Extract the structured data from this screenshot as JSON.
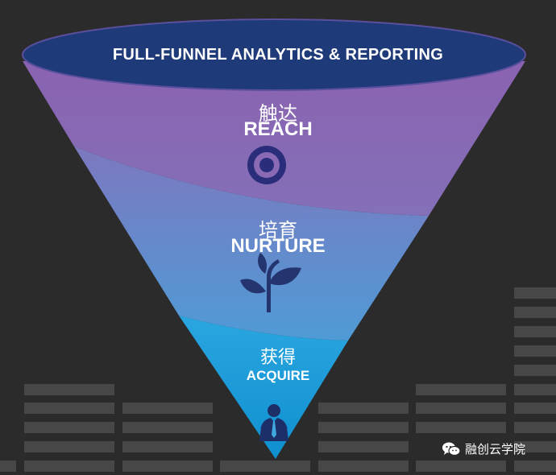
{
  "colors": {
    "background": "#2b2b2b",
    "decor_bars": "#474747",
    "top_ellipse": "#1e3a78",
    "reach_stage": "#8a6ab4",
    "nurture_stage": "#6f8ccc",
    "acquire_stage": "#1f9fdc",
    "text": "#ffffff"
  },
  "funnel": {
    "title": "FULL-FUNNEL ANALYTICS & REPORTING",
    "stages": [
      {
        "label_zh": "触达",
        "label_en": "REACH",
        "icon": "target-icon"
      },
      {
        "label_zh": "培育",
        "label_en": "NURTURE",
        "icon": "plant-icon"
      },
      {
        "label_zh": "获得",
        "label_en": "ACQUIRE",
        "icon": "person-icon"
      }
    ]
  },
  "watermark": {
    "icon": "wechat-icon",
    "text": "融创云学院"
  }
}
